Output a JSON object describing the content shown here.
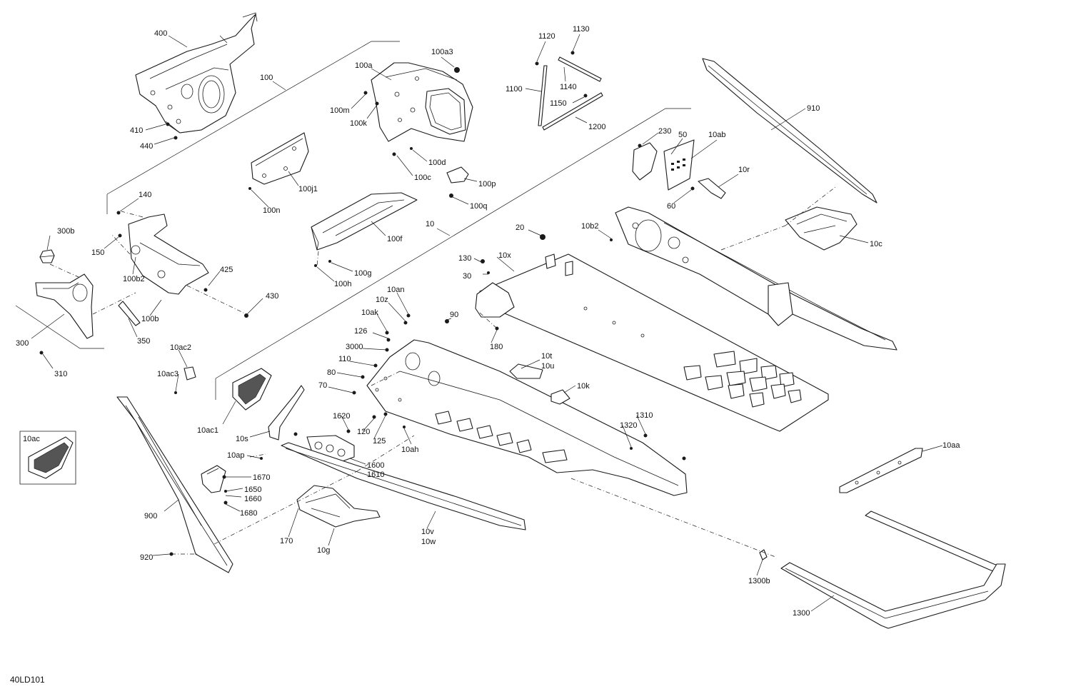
{
  "diagram_code": "40LD101",
  "callouts": {
    "c400": "400",
    "c100": "100",
    "c410": "410",
    "c440": "440",
    "c100a": "100a",
    "c100a3": "100a3",
    "c100m": "100m",
    "c100k": "100k",
    "c100d": "100d",
    "c100c": "100c",
    "c100p": "100p",
    "c100q": "100q",
    "c100j1": "100j1",
    "c100n": "100n",
    "c100f": "100f",
    "c100g": "100g",
    "c100h": "100h",
    "c1120": "1120",
    "c1130": "1130",
    "c1140": "1140",
    "c1100": "1100",
    "c1150": "1150",
    "c1200": "1200",
    "c910": "910",
    "c230": "230",
    "c50": "50",
    "c10ab": "10ab",
    "c10r": "10r",
    "c60": "60",
    "c10c": "10c",
    "c10b2": "10b2",
    "c20": "20",
    "c10": "10",
    "c140": "140",
    "c150": "150",
    "c300b": "300b",
    "c100b2": "100b2",
    "c425": "425",
    "c430": "430",
    "c100b": "100b",
    "c350": "350",
    "c300": "300",
    "c310": "310",
    "c130": "130",
    "c10x": "10x",
    "c30": "30",
    "c10an": "10an",
    "c10z": "10z",
    "c10ak": "10ak",
    "c90": "90",
    "c126": "126",
    "c180": "180",
    "c3000": "3000",
    "c110": "110",
    "c80": "80",
    "c70": "70",
    "c10t": "10t",
    "c10u": "10u",
    "c10k": "10k",
    "c10ac2": "10ac2",
    "c10ac3": "10ac3",
    "c10ac1": "10ac1",
    "c10s": "10s",
    "c1620": "1620",
    "c120": "120",
    "c125": "125",
    "c10ah": "10ah",
    "c10ap": "10ap",
    "c1600": "1600",
    "c1610": "1610",
    "c1670": "1670",
    "c1650": "1650",
    "c1660": "1660",
    "c1680": "1680",
    "c1310": "1310",
    "c1320": "1320",
    "c10aa": "10aa",
    "c10ac": "10ac",
    "c900": "900",
    "c920": "920",
    "c170": "170",
    "c10g": "10g",
    "c10v": "10v",
    "c10w": "10w",
    "c1300b": "1300b",
    "c1300": "1300"
  }
}
